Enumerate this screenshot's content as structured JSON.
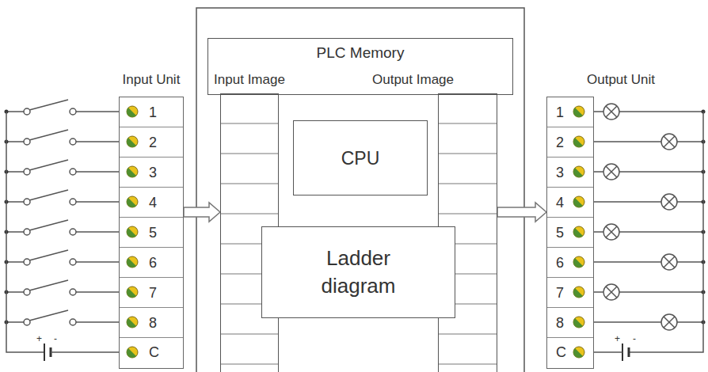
{
  "diagram": {
    "nodes": [
      {
        "text": [
          "PLC Memory"
        ]
      },
      {
        "text": [
          "Input Unit"
        ]
      },
      {
        "text": [
          "1"
        ],
        "in": 1
      },
      {
        "text": [
          "2"
        ],
        "in": 1
      },
      {
        "text": [
          "3"
        ],
        "in": 1
      },
      {
        "text": [
          "4"
        ],
        "in": 1
      },
      {
        "text": [
          "5"
        ],
        "in": 1
      },
      {
        "text": [
          "6"
        ],
        "in": 1
      },
      {
        "text": [
          "7"
        ],
        "in": 1
      },
      {
        "text": [
          "8"
        ],
        "in": 1
      },
      {
        "text": [
          "C"
        ],
        "in": 1
      },
      {
        "text": [
          "Input Image"
        ]
      },
      {
        "text": [
          "Output Image"
        ]
      },
      {
        "text": [
          "CPU"
        ]
      },
      {
        "text": [
          "Ladder diagram"
        ]
      },
      {
        "text": [
          "Output Unit"
        ]
      },
      {
        "text": [
          "1"
        ],
        "in": 15
      },
      {
        "text": [
          "2"
        ],
        "in": 15
      },
      {
        "text": [
          "3"
        ],
        "in": 15
      },
      {
        "text": [
          "4"
        ],
        "in": 15
      },
      {
        "text": [
          "5"
        ],
        "in": 15
      },
      {
        "text": [
          "6"
        ],
        "in": 15
      },
      {
        "text": [
          "7"
        ],
        "in": 15
      },
      {
        "text": [
          "8"
        ],
        "in": 15
      },
      {
        "text": [
          "C"
        ],
        "in": 15
      }
    ],
    "edges": [
      {
        "from": 1,
        "to": 11,
        "arrow": "to"
      },
      {
        "from": 12,
        "to": 15,
        "arrow": "to"
      }
    ],
    "labels": [
      "+",
      "-",
      "+",
      "-"
    ]
  }
}
